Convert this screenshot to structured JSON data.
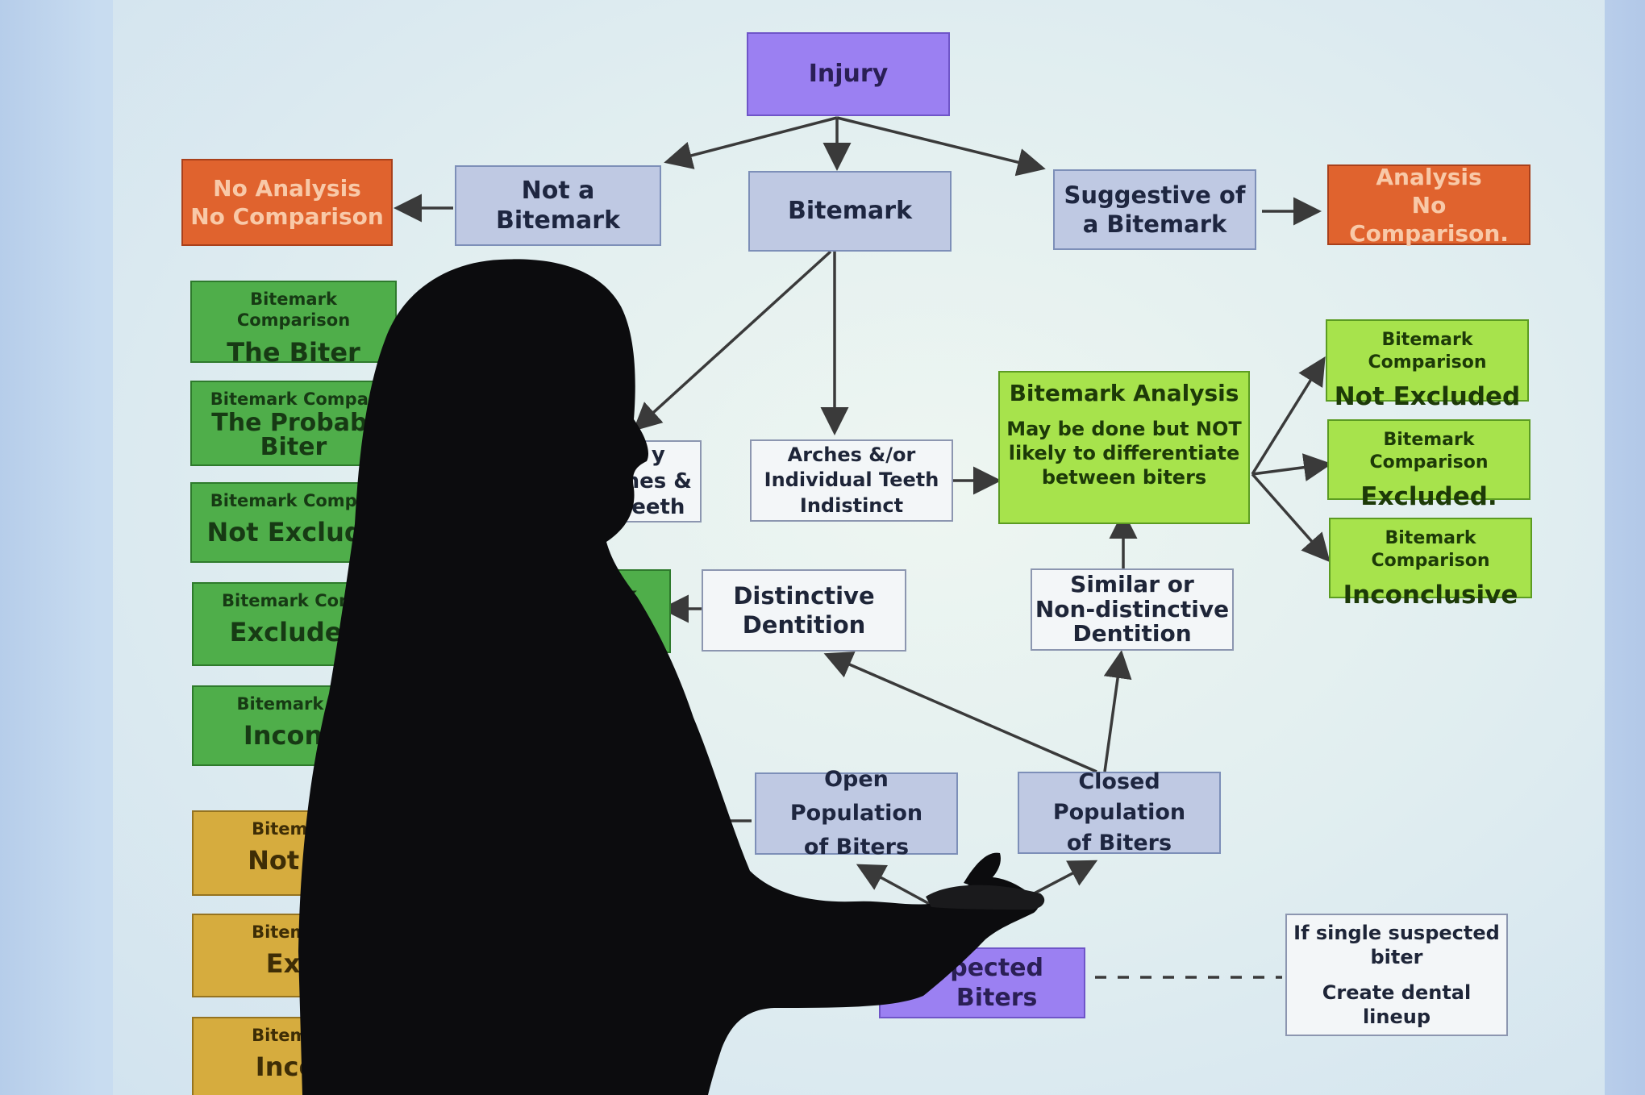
{
  "flowchart": {
    "injury": "Injury",
    "not_bitemark": "Not a Bitemark",
    "bitemark": "Bitemark",
    "suggestive": "Suggestive of\na Bitemark",
    "no_analysis_left": "No Analysis\nNo Comparison",
    "analysis_right": "Analysis\nNo Comparison.",
    "arches_left": "y\nhes &\neeth",
    "arches_indistinct": "Arches &/or\nIndividual Teeth\nIndistinct",
    "bitemark_analysis_title": "Bitemark Analysis",
    "bitemark_analysis_body": "May be done but NOT\nlikely to differentiate\nbetween biters",
    "distinctive": "Distinctive\nDentition",
    "similar": "Similar or\nNon-distinctive\nDentition",
    "bitemark_analysis_left": "mark\nsis",
    "open_population": "Open Population\nof Biters",
    "closed_population": "Closed Population\nof Biters",
    "suspected_biters": "pected\nBiters",
    "single_suspect_line1": "If single suspected\nbiter",
    "single_suspect_line2": "Create dental lineup",
    "right_results": [
      {
        "sub": "Bitemark Comparison",
        "main": "Not Excluded"
      },
      {
        "sub": "Bitemark Comparison",
        "main": "Excluded."
      },
      {
        "sub": "Bitemark Comparison",
        "main": "Inconclusive"
      }
    ],
    "left_green_results": [
      {
        "sub": "Bitemark Comparison",
        "main": "The Biter"
      },
      {
        "sub": "Bitemark Compar",
        "main": "The Probabl\nBiter"
      },
      {
        "sub": "Bitemark Compar",
        "main": "Not Exclude"
      },
      {
        "sub": "Bitemark Comp",
        "main": "Excluded"
      },
      {
        "sub": "Bitemark Co",
        "main": "Inconcl"
      }
    ],
    "left_gold_results": [
      {
        "sub": "Bitemark",
        "main": "Not Ex"
      },
      {
        "sub": "Bitemark",
        "main": "Excl"
      },
      {
        "sub": "Bitemark",
        "main": "Incon"
      }
    ]
  },
  "colors": {
    "purple": "#9b80f2",
    "blue": "#bfc9e3",
    "orange": "#e0632e",
    "dark_green": "#4fae4a",
    "light_green": "#a7e34c",
    "gold": "#d6ac3e",
    "silhouette": "#0c0c0e"
  }
}
